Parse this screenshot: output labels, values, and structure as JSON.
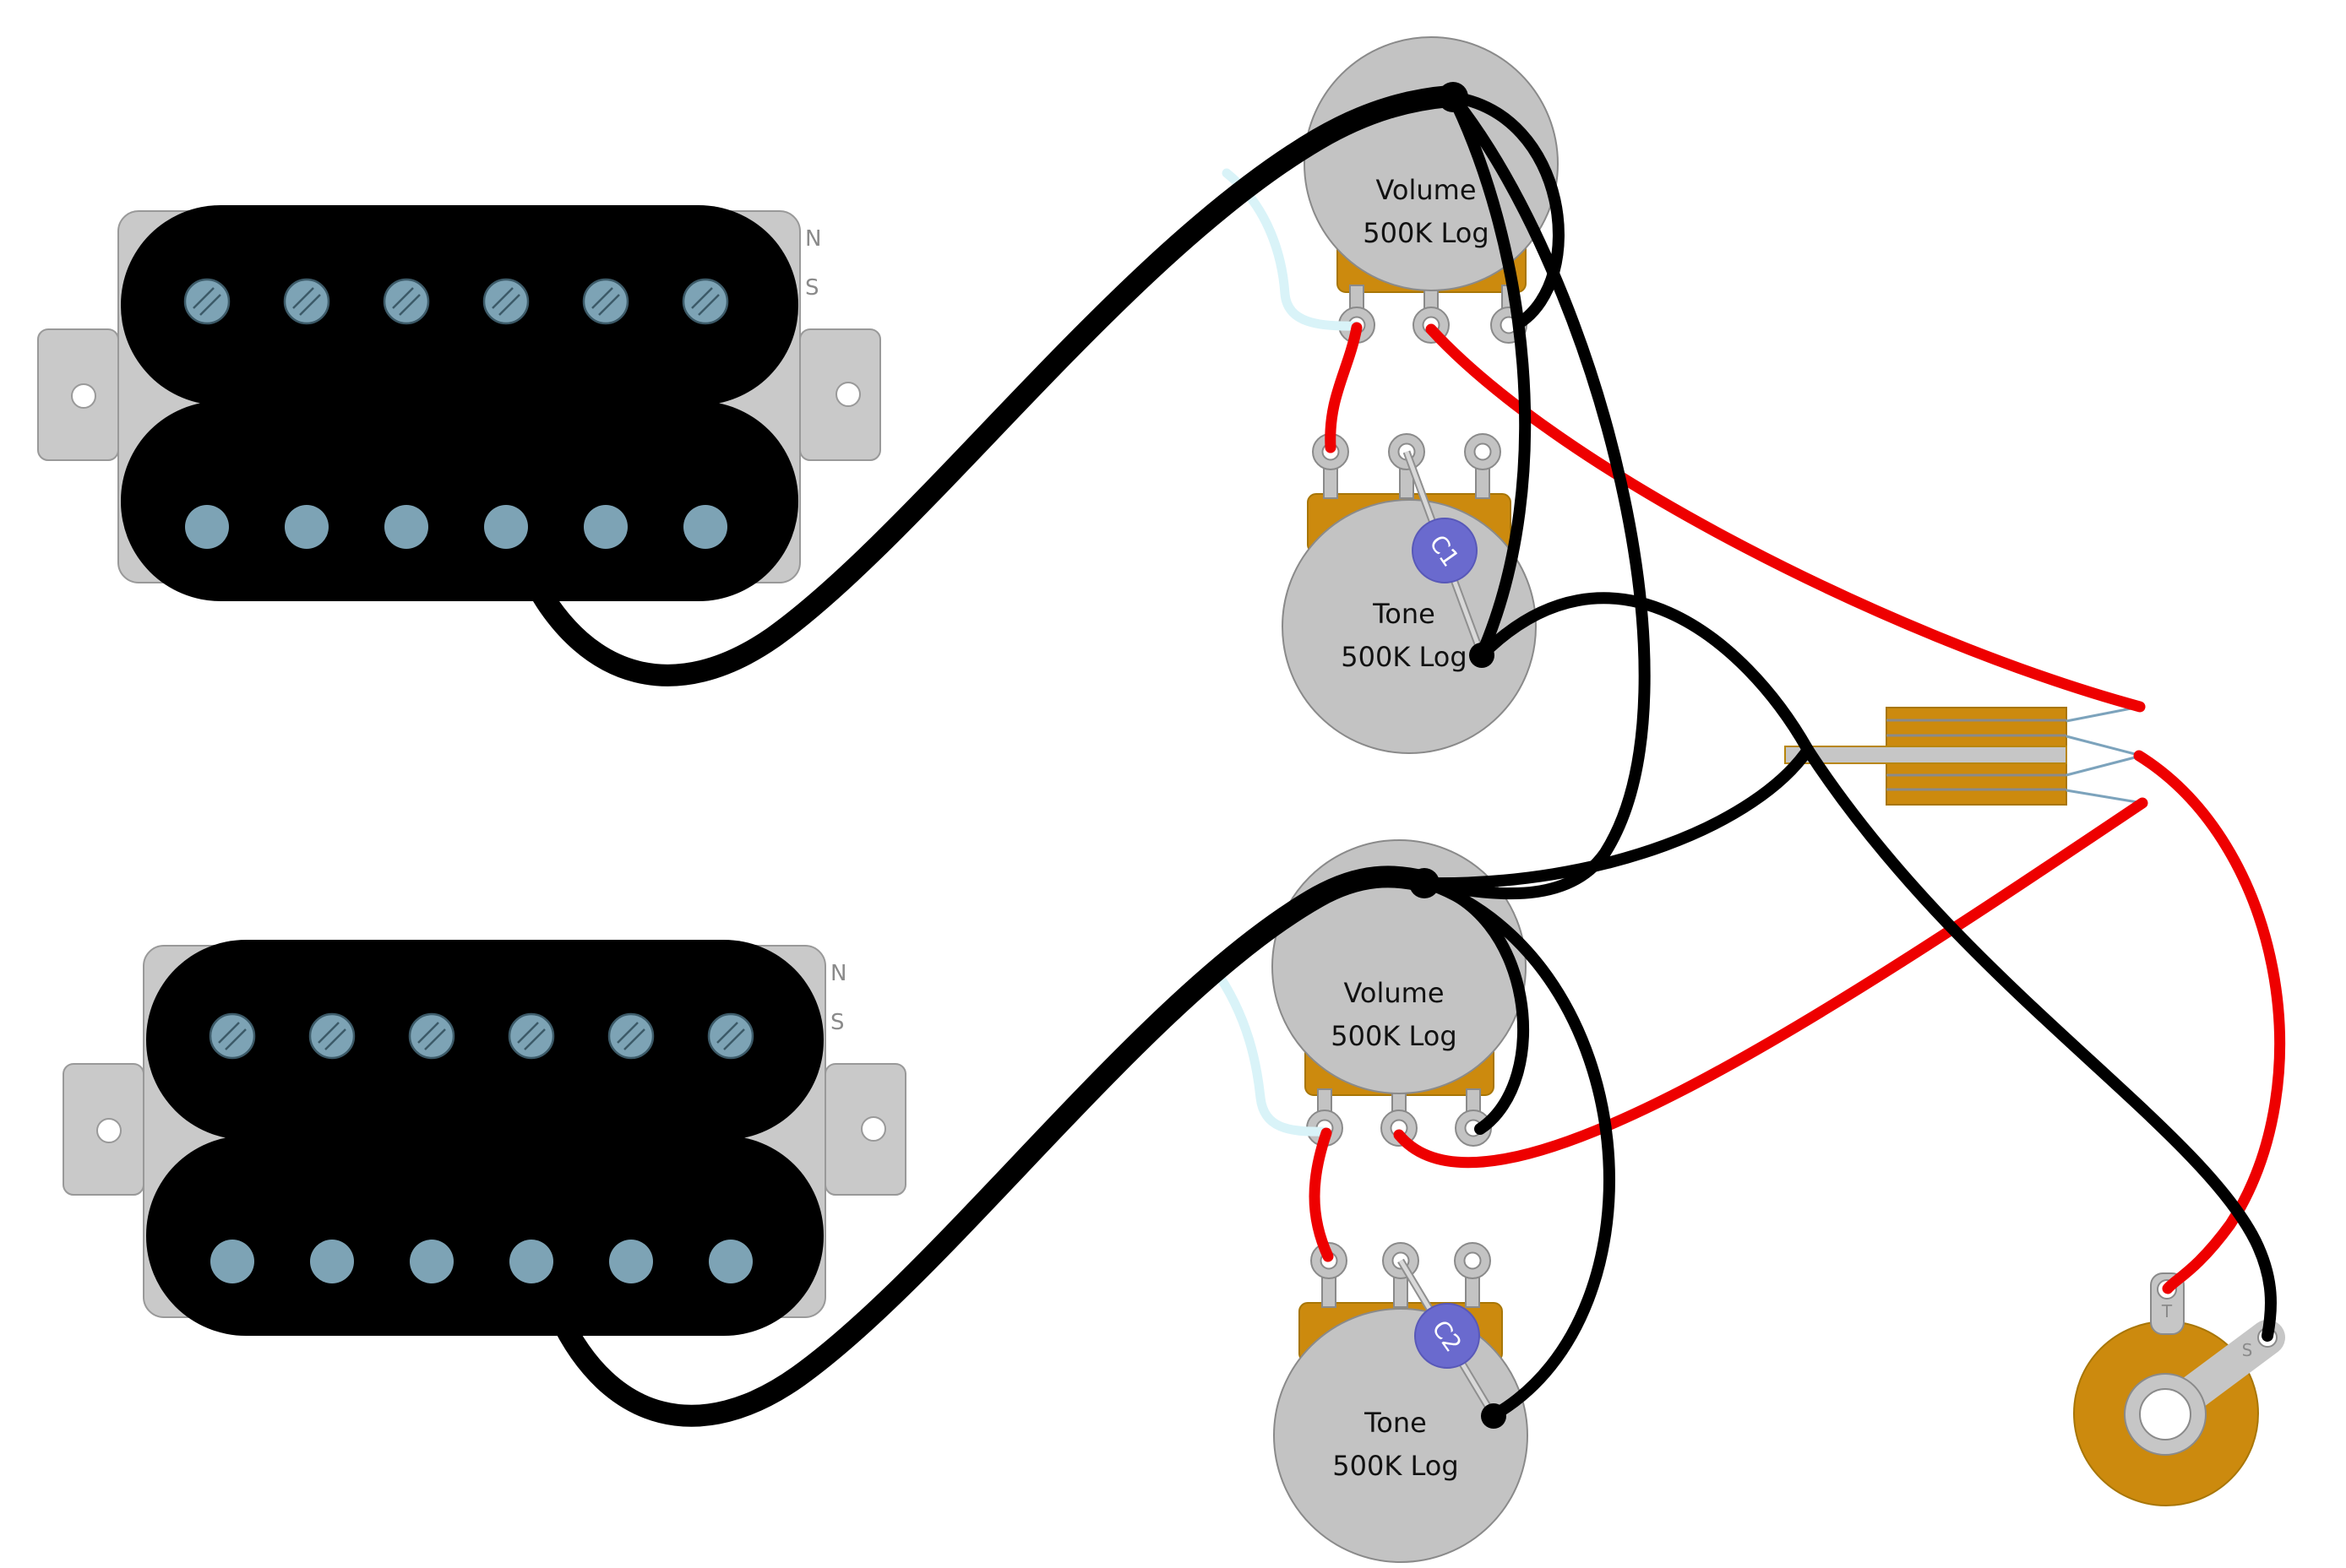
{
  "pickups": [
    {
      "position": "neck-humbucker",
      "north": "N",
      "south": "S"
    },
    {
      "position": "bridge-humbucker",
      "north": "N",
      "south": "S"
    }
  ],
  "pots": {
    "volume_neck": {
      "label_line1": "Volume",
      "label_line2": "500K Log"
    },
    "tone_neck": {
      "label_line1": "Tone",
      "label_line2": "500K Log",
      "capacitor_label": "C1"
    },
    "volume_bridge": {
      "label_line1": "Volume",
      "label_line2": "500K Log"
    },
    "tone_bridge": {
      "label_line1": "Tone",
      "label_line2": "500K Log",
      "capacitor_label": "C2"
    }
  },
  "jack": {
    "tip_label": "T",
    "sleeve_label": "S"
  },
  "colors": {
    "hot_wire": "#ee0000",
    "ground_wire": "#000000",
    "bare_wire": "#d9f3f8",
    "switch_connector": "#7ca3bc",
    "gold_hardware": "#cc8a0e",
    "capacitor": "#6a6ace",
    "pot_body": "#c3c3c3",
    "pole_piece": "#7da3b5"
  }
}
